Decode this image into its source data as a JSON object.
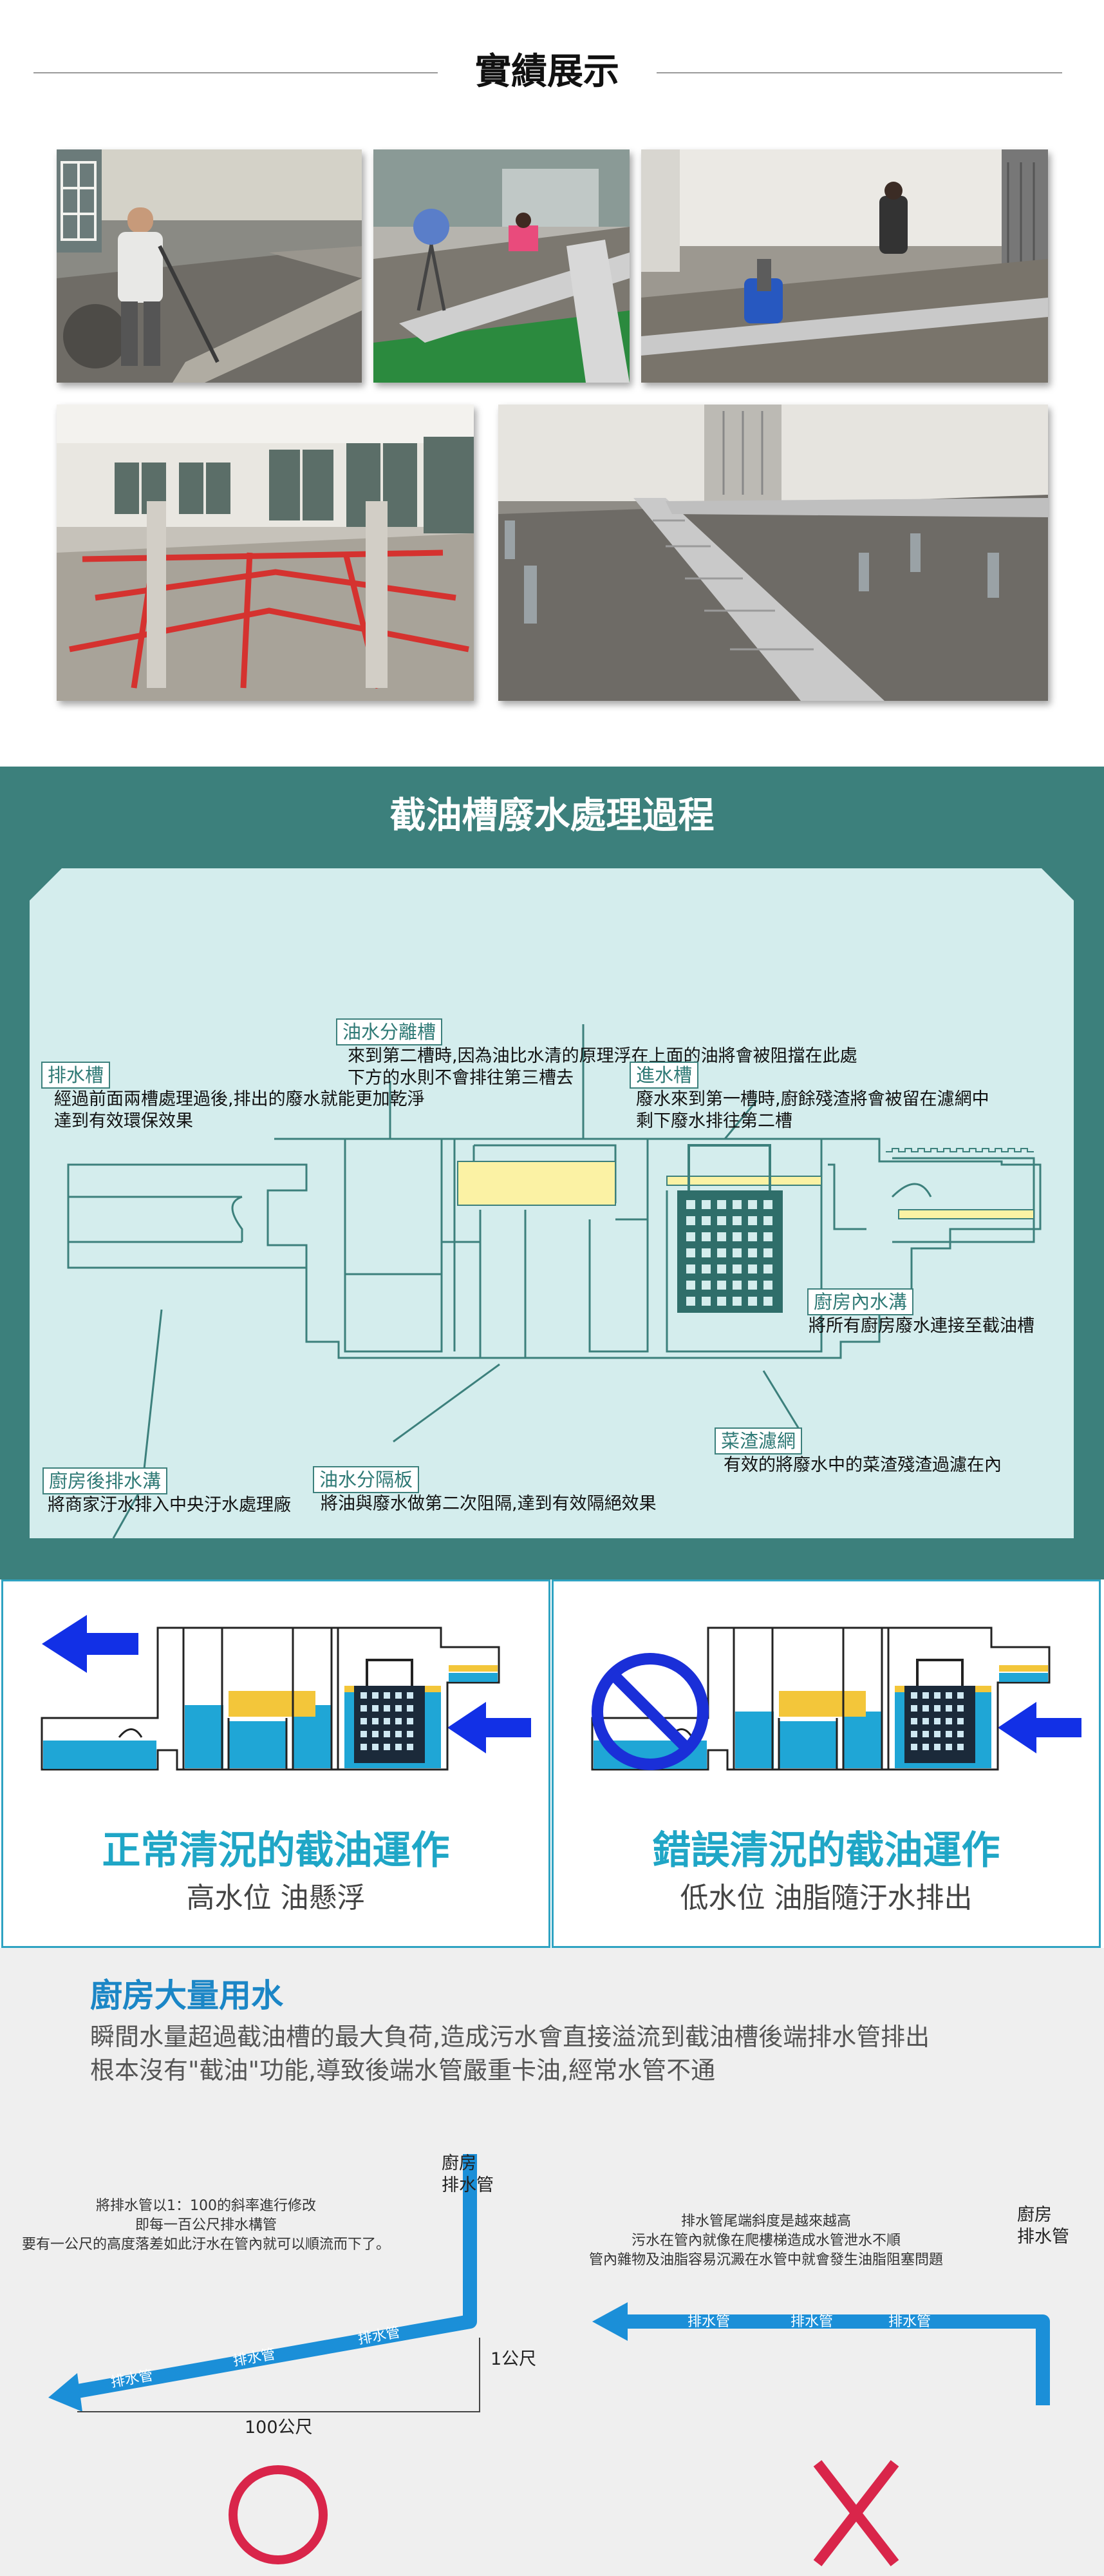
{
  "showcase": {
    "title": "實績展示"
  },
  "process": {
    "title": "截油槽廢水處理過程",
    "callouts": {
      "separation": {
        "tag": "油水分離槽",
        "lines": [
          "來到第二槽時,因為油比水清的原理浮在上面的油將會被阻擋在此處",
          "下方的水則不會排往第三槽去"
        ]
      },
      "outlet": {
        "tag": "排水槽",
        "lines": [
          "經過前面兩槽處理過後,排出的廢水就能更加乾淨",
          "達到有效環保效果"
        ]
      },
      "inlet": {
        "tag": "進水槽",
        "lines": [
          "廢水來到第一槽時,廚餘殘渣將會被留在濾網中",
          "剩下廢水排往第二槽"
        ]
      },
      "kitchen_drain": {
        "tag": "廚房內水溝",
        "lines": [
          "將所有廚房廢水連接至截油槽"
        ]
      },
      "strainer": {
        "tag": "菜渣濾網",
        "lines": [
          "有效的將廢水中的菜渣殘渣過濾在內"
        ]
      },
      "baffle": {
        "tag": "油水分隔板",
        "lines": [
          "將油與廢水做第二次阻隔,達到有效隔絕效果"
        ]
      },
      "after_drain": {
        "tag": "廚房後排水溝",
        "lines": [
          "將商家汙水排入中央汙水處理廠"
        ]
      }
    }
  },
  "compare": {
    "normal": {
      "title": "正常清況的截油運作",
      "subtitle": "高水位 油懸浮"
    },
    "wrong": {
      "title": "錯誤清況的截油運作",
      "subtitle": "低水位 油脂隨汙水排出"
    }
  },
  "kitchen": {
    "heading": "廚房大量用水",
    "desc": [
      "瞬間水量超過截油槽的最大負荷,造成污水會直接溢流到截油槽後端排水管排出",
      "根本沒有\"截油\"功能,導致後端水管嚴重卡油,經常水管不通"
    ],
    "left": {
      "note": [
        "將排水管以1：100的斜率進行修改",
        "即每一百公尺排水構管",
        "要有一公尺的高度落差如此汙水在管內就可以順流而下了。"
      ],
      "drain_label": [
        "廚房",
        "排水管"
      ],
      "pipe_label": "排水管",
      "height_label": "1公尺",
      "length_label": "100公尺",
      "verdict": "○"
    },
    "right": {
      "note": [
        "排水管尾端斜度是越來越高",
        "污水在管內就像在爬樓梯造成水管泄水不順",
        "管內雜物及油脂容易沉澱在水管中就會發生油脂阻塞問題"
      ],
      "drain_label": [
        "廚房",
        "排水管"
      ],
      "pipe_label": "排水管",
      "verdict": "X"
    }
  },
  "colors": {
    "teal": "#3c807c",
    "panel": "#d4eded",
    "water": "#1fa6d6",
    "oil": "#f3c63a",
    "pipe": "#1b8fd8",
    "arrow": "#1230e6",
    "circle_o": "#d9254a",
    "cross_x": "#d9254a"
  }
}
